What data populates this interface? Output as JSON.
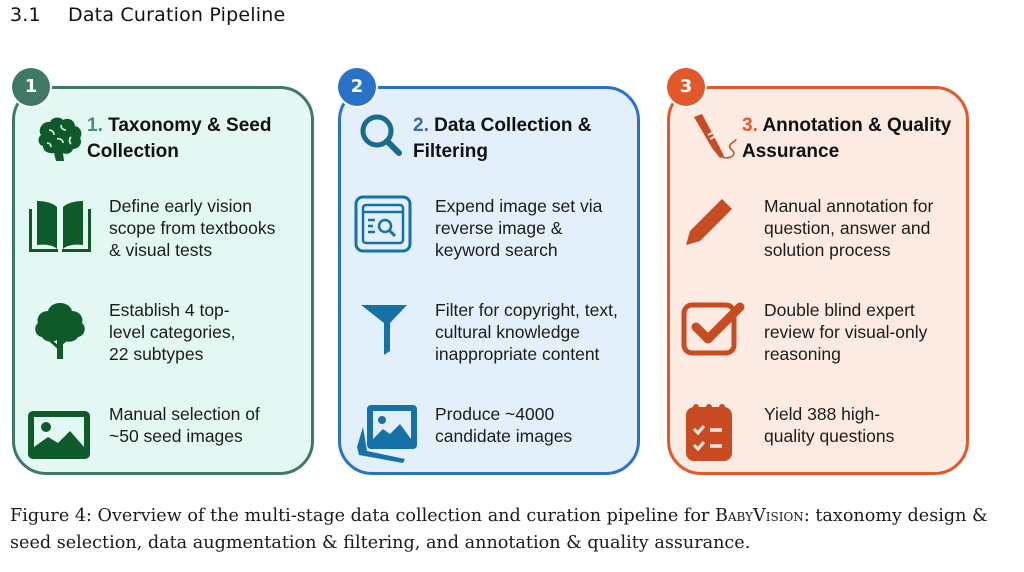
{
  "section": {
    "number": "3.1",
    "title": "Data Curation Pipeline"
  },
  "colors": {
    "stage1": "#3f7a68",
    "stage1_bg": "#e3f7f3",
    "stage1_icon": "#0f5a2a",
    "stage2": "#2a72c8",
    "stage2_bg": "#e3effa",
    "stage2_icon": "#1472a6",
    "stage3": "#e1582a",
    "stage3_bg": "#fcebe3",
    "stage3_icon": "#c84b22"
  },
  "stages": [
    {
      "badge": "1",
      "number": "1.",
      "title": "Taxonomy & Seed\nCollection",
      "title_icon": "brain-icon",
      "items": [
        {
          "icon": "open-book-icon",
          "text": "Define early vision\nscope from textbooks\n& visual tests"
        },
        {
          "icon": "tree-icon",
          "text": "Establish 4 top-\nlevel categories,\n22 subtypes"
        },
        {
          "icon": "image-icon",
          "text": "Manual selection of\n~50 seed images"
        }
      ]
    },
    {
      "badge": "2",
      "number": "2.",
      "title": "Data Collection &\nFiltering",
      "title_icon": "magnifier-icon",
      "items": [
        {
          "icon": "web-search-icon",
          "text": "Expend image set via\nreverse image &\nkeyword search"
        },
        {
          "icon": "funnel-icon",
          "text": "Filter for copyright, text,\ncultural knowledge\ninappropriate content"
        },
        {
          "icon": "image-stack-icon",
          "text": "Produce ~4000\ncandidate images"
        }
      ]
    },
    {
      "badge": "3",
      "number": "3.",
      "title": "Annotation & Quality\nAssurance",
      "title_icon": "fountain-pen-icon",
      "items": [
        {
          "icon": "pencil-icon",
          "text": "Manual annotation for\nquestion, answer and\nsolution process"
        },
        {
          "icon": "checkbox-icon",
          "text": "Double blind expert\nreview for visual-only\nreasoning"
        },
        {
          "icon": "checklist-icon",
          "text": "Yield 388 high-\nquality questions"
        }
      ]
    }
  ],
  "caption": {
    "prefix": "Figure 4: Overview of the multi-stage data collection and curation pipeline for ",
    "name": "BabyVision",
    "suffix": ": taxonomy design & seed selection, data augmentation & filtering, and annotation & quality assurance."
  }
}
